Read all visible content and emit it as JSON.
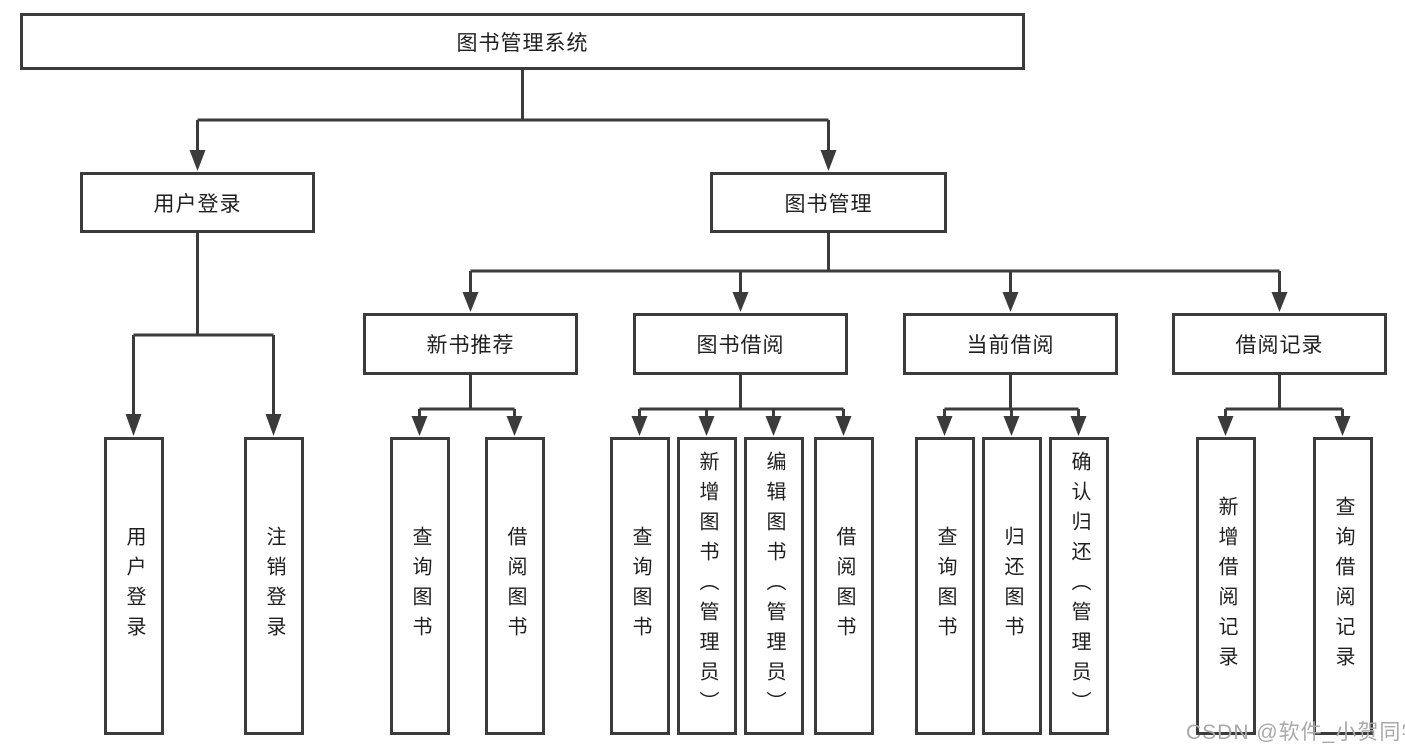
{
  "diagram": {
    "root": {
      "label": "图书管理系统"
    },
    "branches": [
      {
        "label": "用户登录",
        "children": [
          {
            "label": "用户登录"
          },
          {
            "label": "注销登录"
          }
        ]
      },
      {
        "label": "图书管理",
        "children": [
          {
            "label": "新书推荐",
            "children": [
              {
                "label": "查询图书"
              },
              {
                "label": "借阅图书"
              }
            ]
          },
          {
            "label": "图书借阅",
            "children": [
              {
                "label": "查询图书"
              },
              {
                "label": "新增图书（管理员）"
              },
              {
                "label": "编辑图书（管理员）"
              },
              {
                "label": "借阅图书"
              }
            ]
          },
          {
            "label": "当前借阅",
            "children": [
              {
                "label": "查询图书"
              },
              {
                "label": "归还图书"
              },
              {
                "label": "确认归还（管理员）"
              }
            ]
          },
          {
            "label": "借阅记录",
            "children": [
              {
                "label": "新增借阅记录"
              },
              {
                "label": "查询借阅记录"
              }
            ]
          }
        ]
      }
    ],
    "watermark": "CSDN @软件_小贺同学",
    "colors": {
      "line": "#3b3b3b",
      "text": "#1f1f1f",
      "background": "#ffffff",
      "watermark": "#a9a9a9"
    }
  }
}
